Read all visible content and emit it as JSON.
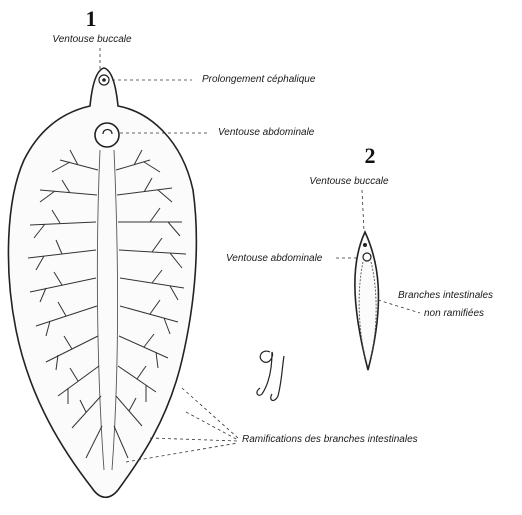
{
  "figure1": {
    "number": "1",
    "labels": {
      "oral_sucker": "Ventouse buccale",
      "cephalic": "Prolongement céphalique",
      "ventral_sucker": "Ventouse abdominale",
      "ramifications": "Ramifications des branches intestinales"
    }
  },
  "figure2": {
    "number": "2",
    "labels": {
      "oral_sucker": "Ventouse buccale",
      "ventral_sucker": "Ventouse abdominale",
      "branches_line1": "Branches intestinales",
      "branches_line2": "non ramifiées"
    }
  },
  "signature": "Gj"
}
